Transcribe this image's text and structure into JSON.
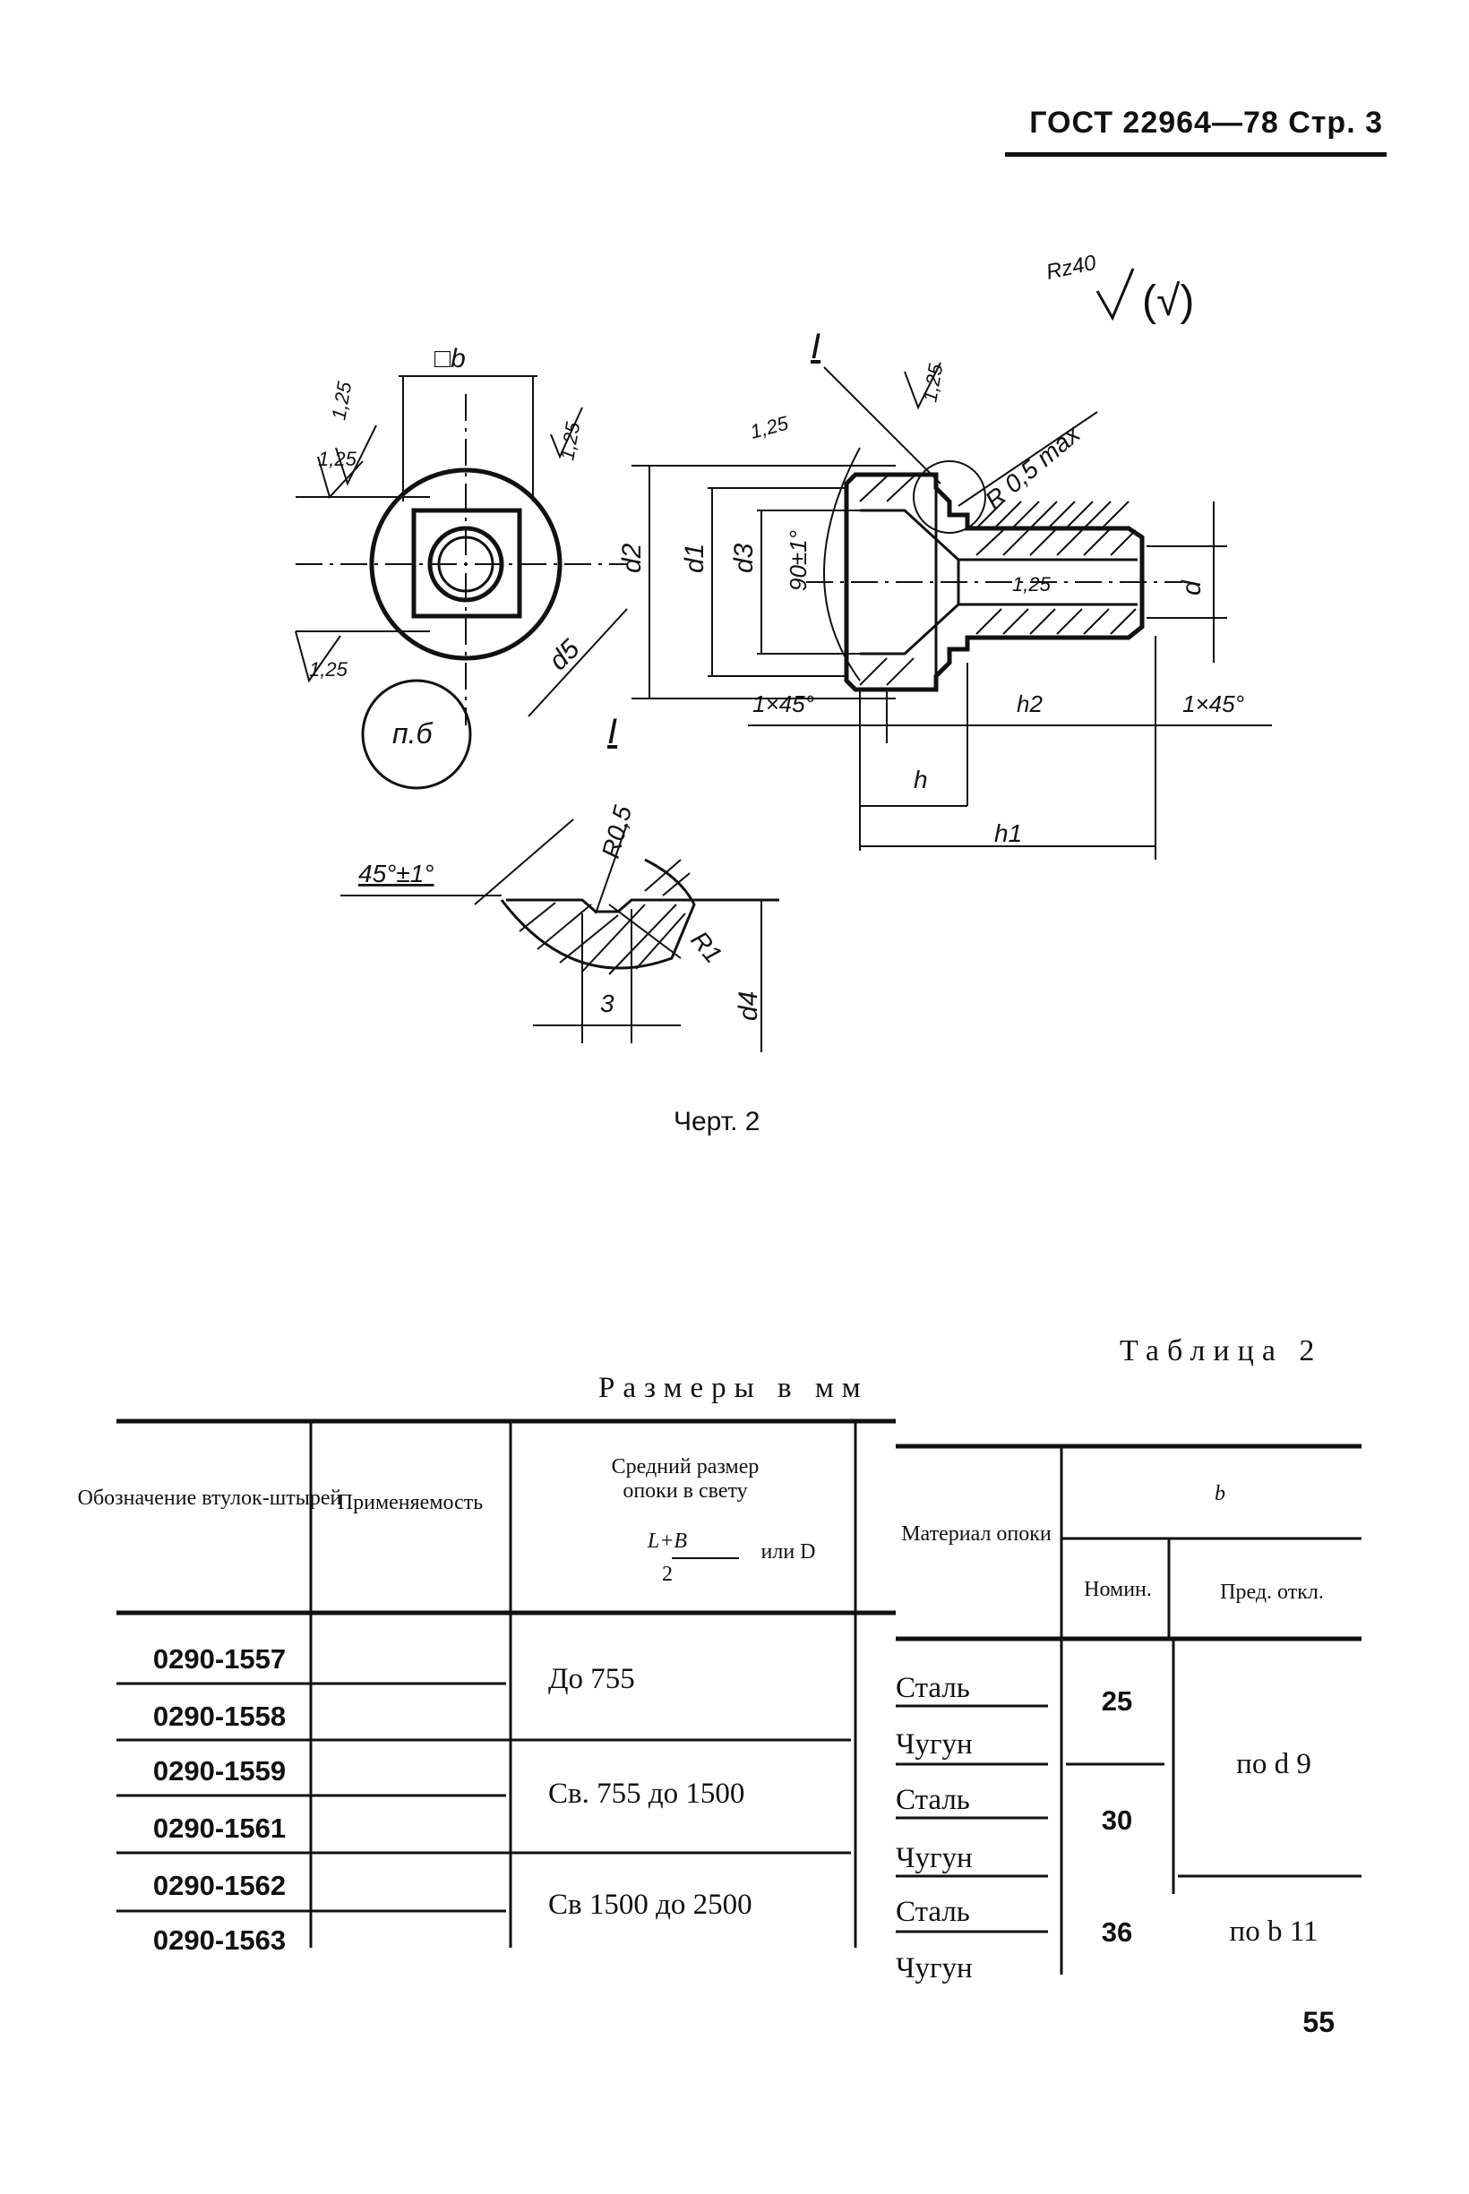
{
  "header": {
    "title": "ГОСТ 22964—78 Стр. 3"
  },
  "drawing": {
    "caption": "Черт. 2",
    "labels": {
      "roughness_top": "Rz40",
      "roughness_paren": "(√)",
      "square_b": "□b",
      "r125": "1,25",
      "r125b": "1,25",
      "r125c": "1,25",
      "r125d": "1,25",
      "r125e": "1,25",
      "r125f": "1,25",
      "r125g": "1,25",
      "d5": "d5",
      "pb": "п.б",
      "view_I": "I",
      "section_I": "I",
      "r05max": "R 0,5 max",
      "d2": "d2",
      "d1": "d1",
      "d3": "d3",
      "angle90": "90±1°",
      "d": "d",
      "chamfer_left": "1×45°",
      "chamfer_right": "1×45°",
      "h2": "h2",
      "h": "h",
      "h1": "h1",
      "angle45": "45°±1°",
      "r05": "R0,5",
      "r1": "R1",
      "three": "3",
      "d4": "d4"
    }
  },
  "table": {
    "number": "Таблица 2",
    "units": "Размеры в мм",
    "headers": {
      "designation": "Обозначение втулок-штырей",
      "applicability": "Применяемость",
      "mean_size_line1": "Средний размер",
      "mean_size_line2": "опоки в свету",
      "frac_num": "L+B",
      "frac_den": "2",
      "or_d": "или D",
      "material": "Материал опоки",
      "b": "b",
      "nominal": "Номин.",
      "deviation": "Пред. откл."
    },
    "codes": [
      "0290-1557",
      "0290-1558",
      "0290-1559",
      "0290-1561",
      "0290-1562",
      "0290-1563"
    ],
    "ranges": [
      "До 755",
      "Св. 755 до 1500",
      "Св 1500 до 2500"
    ],
    "materials": [
      "Сталь",
      "Чугун",
      "Сталь",
      "Чугун",
      "Сталь",
      "Чугун"
    ],
    "nominals": [
      "25",
      "30",
      "36"
    ],
    "deviations": [
      "по d 9",
      "по b 11"
    ]
  },
  "page_number": "55"
}
